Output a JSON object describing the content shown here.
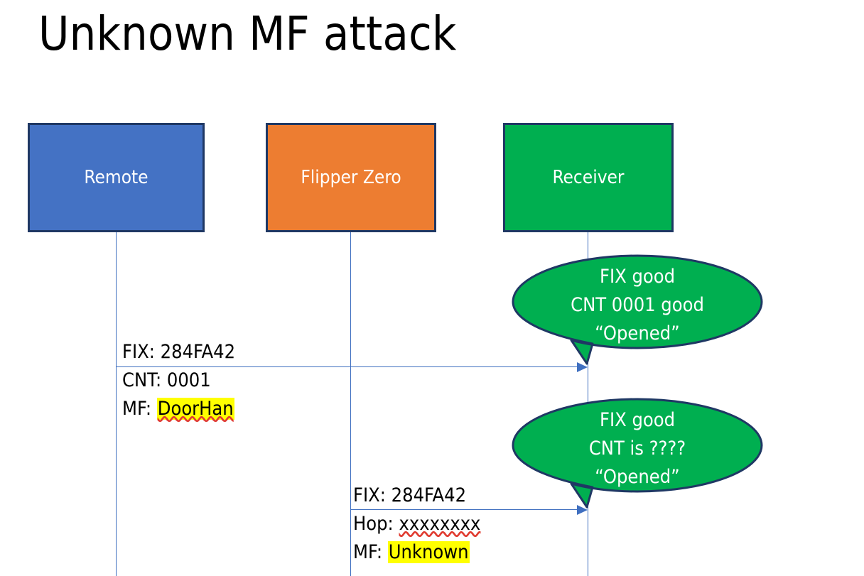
{
  "slide": {
    "title": "Unknown MF attack",
    "background": "#FFFFFF"
  },
  "colors": {
    "remote_fill": "#4472C4",
    "flipper_fill": "#ED7D31",
    "receiver_fill": "#00AF50",
    "box_border": "#1F3864",
    "line": "#3F6FC0",
    "highlight": "#FFFF00",
    "spellcheck_underline": "#E03C31",
    "callout_fill": "#00AF50",
    "callout_border": "#1F3864",
    "text_on_fill": "#FFFFFF",
    "text": "#000000"
  },
  "actors": [
    {
      "id": "remote",
      "label": "Remote"
    },
    {
      "id": "flipper",
      "label": "Flipper Zero"
    },
    {
      "id": "receiver",
      "label": "Receiver"
    }
  ],
  "messages": [
    {
      "id": "msg1",
      "from": "remote",
      "to": "receiver",
      "lines": [
        {
          "label": "FIX: ",
          "value": "284FA42",
          "highlight": false,
          "spellcheck": false
        },
        {
          "label": "CNT: ",
          "value": "0001",
          "highlight": false,
          "spellcheck": false
        },
        {
          "label": "MF: ",
          "value": "DoorHan",
          "highlight": true,
          "spellcheck": true
        }
      ]
    },
    {
      "id": "msg2",
      "from": "flipper",
      "to": "receiver",
      "lines": [
        {
          "label": "FIX: ",
          "value": "284FA42",
          "highlight": false,
          "spellcheck": false
        },
        {
          "label": "Hop: ",
          "value": "xxxxxxxx",
          "highlight": false,
          "spellcheck": true
        },
        {
          "label": "MF: ",
          "value": "Unknown",
          "highlight": true,
          "spellcheck": false
        }
      ]
    }
  ],
  "callouts": [
    {
      "id": "callout-1",
      "anchor": "receiver",
      "lines": [
        "FIX good",
        "CNT 0001 good",
        "“Opened”"
      ]
    },
    {
      "id": "callout-2",
      "anchor": "receiver",
      "lines": [
        "FIX good",
        "CNT is ????",
        "“Opened”"
      ]
    }
  ]
}
